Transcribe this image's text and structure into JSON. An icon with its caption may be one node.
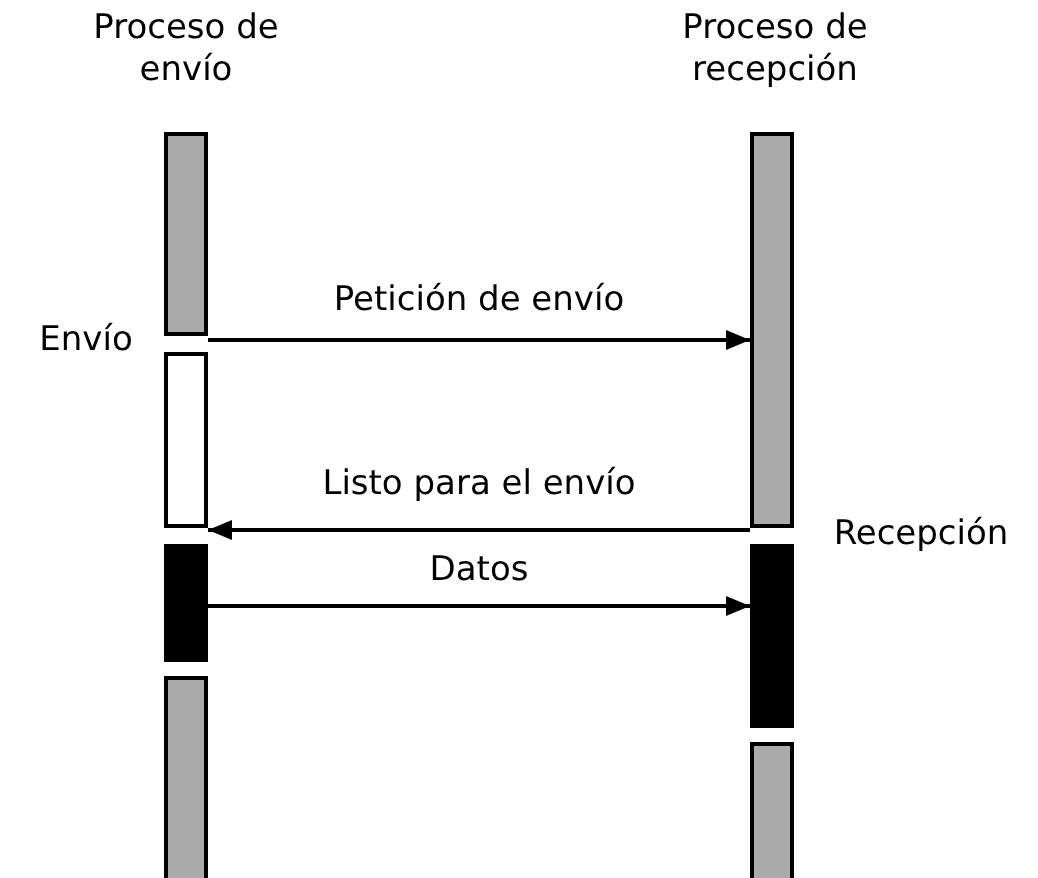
{
  "diagram": {
    "nodes": [
      {
        "text": [
          "Proceso de envío"
        ]
      },
      {
        "text": [
          "Proceso de recepción"
        ]
      },
      {
        "text": [],
        "shape": "bar"
      },
      {
        "text": [],
        "shape": "bar",
        "beside": [
          "Envío"
        ]
      },
      {
        "text": [],
        "shape": "bar"
      },
      {
        "text": [],
        "shape": "bar"
      },
      {
        "text": [],
        "shape": "bar"
      },
      {
        "text": [],
        "shape": "bar",
        "beside": [
          "Recepción"
        ]
      },
      {
        "text": [],
        "shape": "bar"
      }
    ],
    "edges": [
      {
        "from": 3,
        "to": 6,
        "arrow": "to",
        "label": "Petición de envío"
      },
      {
        "from": 6,
        "to": 3,
        "arrow": "to",
        "label": "Listo para el envío"
      },
      {
        "from": 4,
        "to": 7,
        "arrow": "to",
        "label": "Datos"
      }
    ]
  }
}
